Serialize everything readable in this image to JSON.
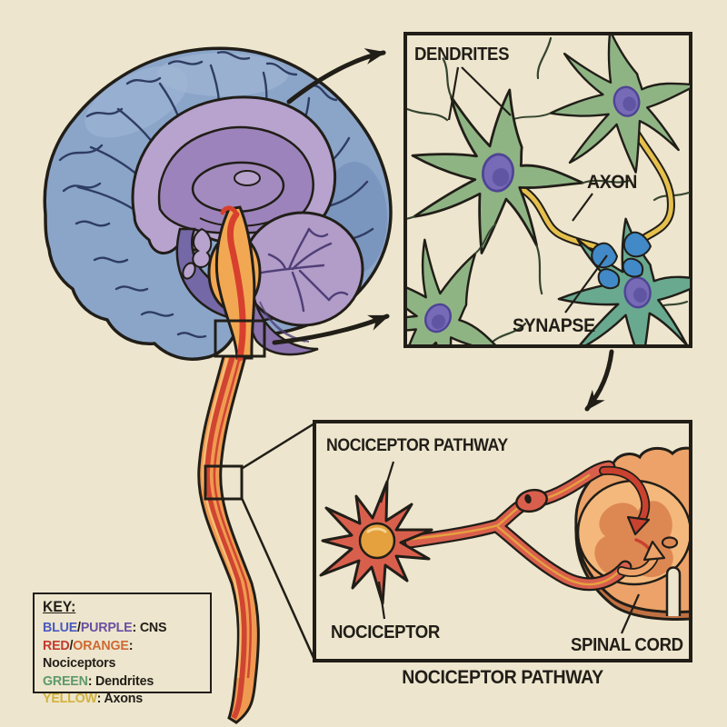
{
  "palette": {
    "bg": "#ede5cd",
    "ink": "#211e18",
    "cortex_blue": "#8ba5c9",
    "cortex_shadow": "#7490ba",
    "cortex_highlight": "#a3b8d6",
    "gyri_ink": "#2f3d63",
    "inner_lavender": "#b7a3cd",
    "inner_purple": "#9d83bb",
    "thalamus_purple": "#a48bbf",
    "deep_purple": "#7568a6",
    "cerebellum_light": "#b29cc8",
    "cerebellum_dark": "#8a72ad",
    "cerebellum_vein": "#4f3f77",
    "stem_orange": "#f2a852",
    "stem_red": "#d8402e",
    "cord_orange": "#ef9a50",
    "cord_red": "#d04531",
    "cord_light": "#f6bd74",
    "neuron_green": "#8fb484",
    "neuron_branch": "#35452f",
    "synapse_teal": "#69a98f",
    "nucleus_purple": "#776bb7",
    "nucleus_dark": "#4f4494",
    "axon_yellow": "#e6c04c",
    "synapse_blue": "#4189c7",
    "noci_red": "#d95f4d",
    "noci_nucleus": "#e5a13e",
    "sc_body": "#eca268",
    "sc_light": "#f4b87c",
    "sc_inner": "#dd8852",
    "sc_rim": "#c07143",
    "arrow_red": "#c9412f"
  },
  "neuron_inset": {
    "dendrites_label": "DENDRITES",
    "axon_label": "AXON",
    "synapse_label": "SYNAPSE"
  },
  "pathway_inset": {
    "title": "NOCICEPTOR PATHWAY",
    "nociceptor_label": "NOCICEPTOR",
    "spinal_cord_label": "SPINAL CORD",
    "caption": "NOCICEPTOR PATHWAY"
  },
  "key": {
    "title": "KEY:",
    "rows": [
      {
        "term1": "BLUE",
        "separator": "/",
        "term2": "PURPLE",
        "definition": ": CNS",
        "color1": "#4a5bbf",
        "color2": "#6b4fa1"
      },
      {
        "term1": "RED",
        "separator": "/",
        "term2": "ORANGE",
        "definition": ": Nociceptors",
        "color1": "#c23b2e",
        "color2": "#cd6a33"
      },
      {
        "term1": "GREEN",
        "separator": "",
        "term2": "",
        "definition": ": Dendrites",
        "color1": "#5d9a6b",
        "color2": ""
      },
      {
        "term1": "YELLOW",
        "separator": "",
        "term2": "",
        "definition": ": Axons",
        "color1": "#d3b23c",
        "color2": ""
      }
    ]
  }
}
